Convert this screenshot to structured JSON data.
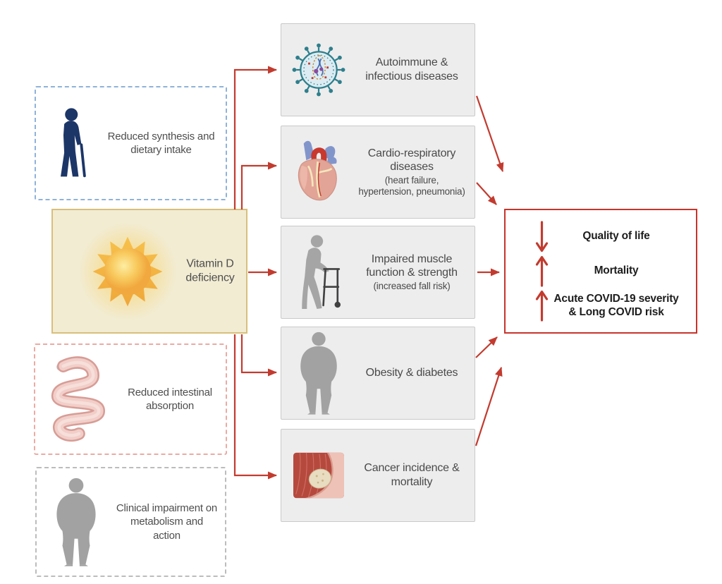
{
  "figure": {
    "subject": "Vitamin D deficiency causes and consequences diagram"
  },
  "colors": {
    "accent_red": "#c23b2f",
    "outcome_border_red": "#c8342c",
    "vitd_box_fill": "#f2ecd3",
    "vitd_box_border": "#d8bf7c",
    "cause_synthesis_border_blue": "#8fb2d9",
    "cause_absorption_border_pink": "#ebaaa3",
    "cause_metabolism_border_gray": "#bcbcbc",
    "disease_box_fill": "#ededee",
    "disease_box_border": "#c9c9ca",
    "label_text": "#4a4a4a",
    "navy_icon": "#1c3667",
    "gray_icon": "#a2a2a2"
  },
  "causes": [
    {
      "label": "Reduced synthesis and dietary intake",
      "icon": "elderly-person-cane-icon"
    },
    {
      "label": "Reduced intestinal absorption",
      "icon": "intestine-icon"
    },
    {
      "label": "Clinical impairment on metabolism and action",
      "icon": "obese-person-icon"
    }
  ],
  "central": {
    "label": "Vitamin D deficiency",
    "icon": "sun-icon"
  },
  "diseases": [
    {
      "title": "Autoimmune & infectious diseases",
      "subtitle": "",
      "icon": "virus-icon"
    },
    {
      "title": "Cardio-respiratory diseases",
      "subtitle": "(heart failure, hypertension, pneumonia)",
      "icon": "heart-icon"
    },
    {
      "title": "Impaired muscle function & strength",
      "subtitle": "(increased fall risk)",
      "icon": "person-walker-icon"
    },
    {
      "title": "Obesity & diabetes",
      "subtitle": "",
      "icon": "obese-person-icon"
    },
    {
      "title": "Cancer incidence & mortality",
      "subtitle": "",
      "icon": "tumor-icon"
    }
  ],
  "outcomes": [
    {
      "direction": "decrease",
      "label": "Quality of life"
    },
    {
      "direction": "increase",
      "label": "Mortality"
    },
    {
      "direction": "increase",
      "label": "Acute COVID-19 severity & Long COVID risk"
    }
  ]
}
